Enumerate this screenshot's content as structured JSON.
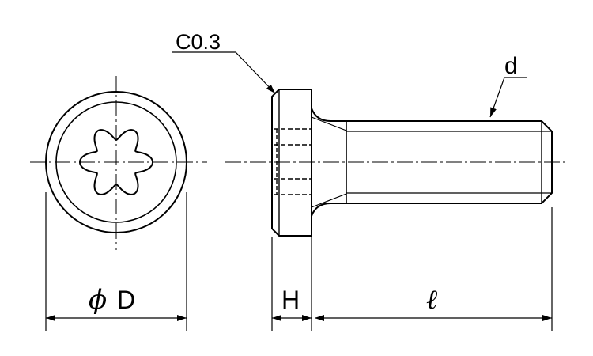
{
  "labels": {
    "chamfer": "C0.3",
    "thread_diameter": "d",
    "phi_symbol": "ϕ",
    "head_diameter": "D",
    "head_height": "H",
    "length": "ℓ"
  },
  "colors": {
    "line": "#000000",
    "background": "#ffffff"
  }
}
